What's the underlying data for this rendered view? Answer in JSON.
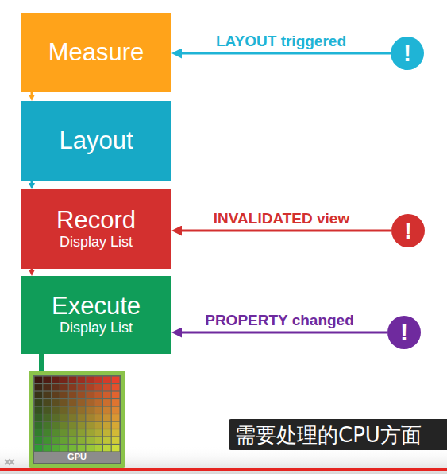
{
  "diagram": {
    "nodes": [
      {
        "text": [
          "Measure"
        ]
      },
      {
        "text": [
          "!"
        ]
      },
      {
        "text": [
          "Layout"
        ]
      },
      {
        "text": [
          "Record",
          "Display List"
        ]
      },
      {
        "text": [
          "!"
        ]
      },
      {
        "text": [
          "Execute",
          "Display List"
        ]
      },
      {
        "text": [
          "!"
        ]
      },
      {
        "text": [
          "GPU"
        ]
      }
    ],
    "edges": [
      {
        "from": 0,
        "to": 2,
        "arrow": "to"
      },
      {
        "from": 2,
        "to": 3,
        "arrow": "to"
      },
      {
        "from": 3,
        "to": 5,
        "arrow": "to"
      },
      {
        "from": 5,
        "to": 7,
        "arrow": "none"
      },
      {
        "from": 1,
        "to": 0,
        "label": "LAYOUT triggered",
        "arrow": "to"
      },
      {
        "from": 4,
        "to": 3,
        "label": "INVALIDATED view",
        "arrow": "to"
      },
      {
        "from": 6,
        "to": 5,
        "label": "PROPERTY changed",
        "arrow": "to"
      }
    ],
    "labels": [
      "需要处理的CPU方面"
    ]
  }
}
